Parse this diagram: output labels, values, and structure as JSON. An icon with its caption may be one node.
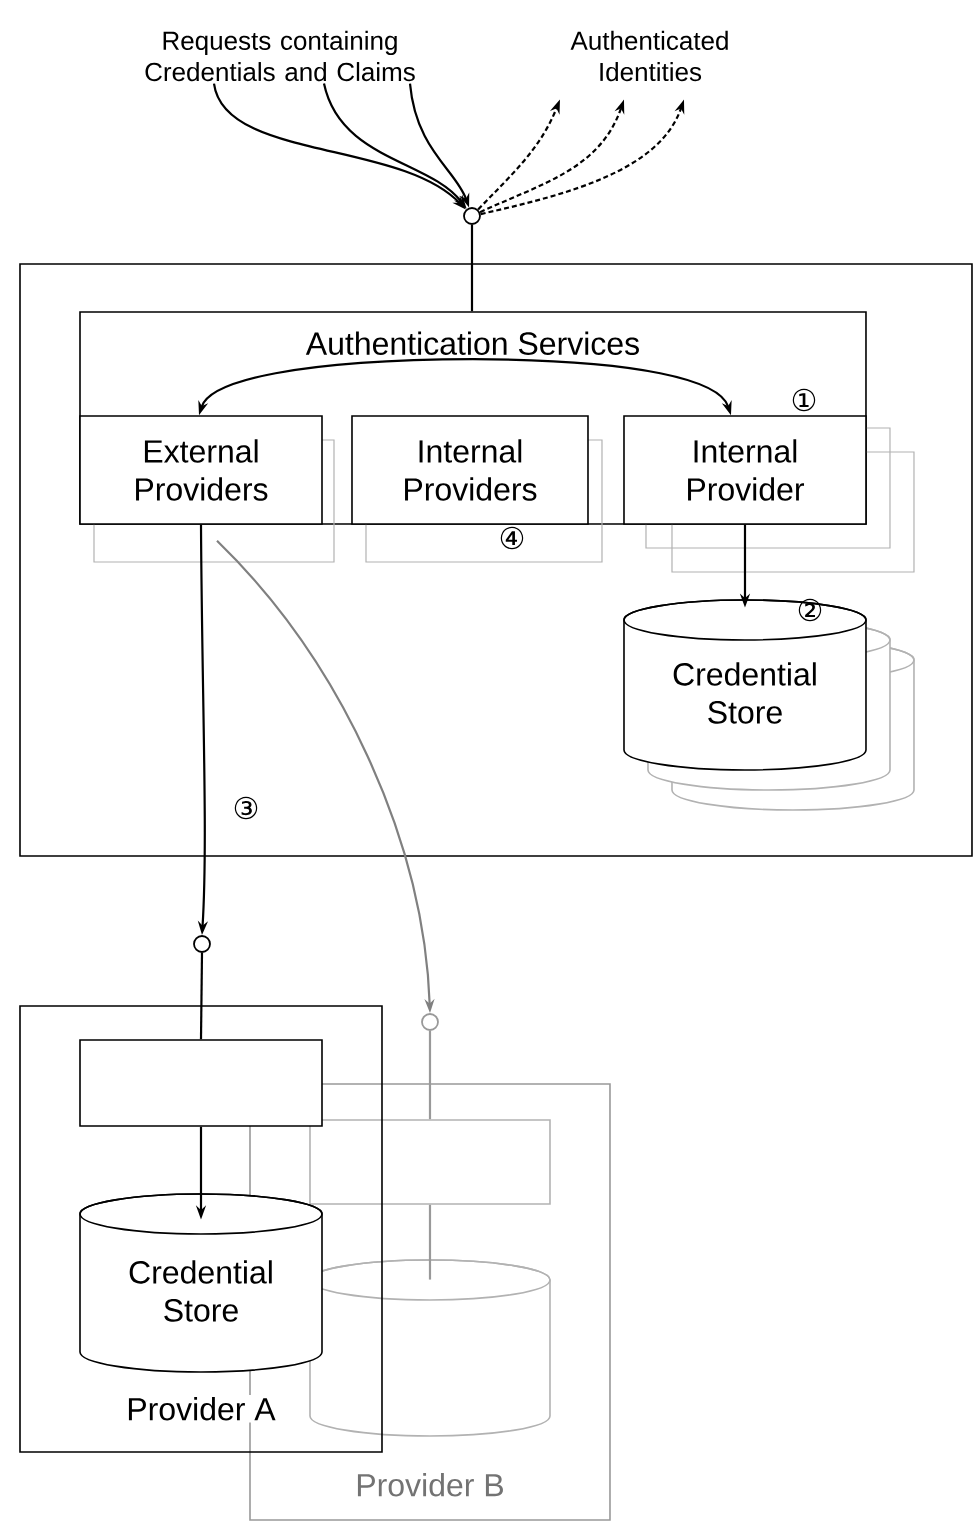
{
  "diagram": {
    "nodes": [
      {
        "text": [
          "Requests containing Credentials and Claims"
        ]
      },
      {
        "text": [
          "Authenticated Identities"
        ]
      },
      {
        "text": [],
        "shape": "circle"
      },
      {
        "text": [],
        "shape": "box"
      },
      {
        "text": [
          "Authentication Services"
        ],
        "in": 3
      },
      {
        "text": [
          "External Providers"
        ],
        "in": 4
      },
      {
        "text": [
          "Internal Providers"
        ],
        "in": 4,
        "beside": [
          "④"
        ]
      },
      {
        "text": [
          "Internal Provider"
        ],
        "in": 4
      },
      {
        "text": [
          "Credential Store"
        ],
        "in": 3
      },
      {
        "text": [],
        "shape": "circle"
      },
      {
        "text": [
          "Provider A"
        ]
      },
      {
        "text": [],
        "shape": "box",
        "in": 10
      },
      {
        "text": [
          "Credential Store"
        ],
        "in": 10
      },
      {
        "text": [],
        "shape": "circle"
      },
      {
        "text": [
          "Provider B"
        ]
      },
      {
        "text": [],
        "shape": "box",
        "in": 14
      },
      {
        "text": [],
        "shape": "cylinder",
        "in": 14
      }
    ],
    "edges": [
      {
        "from": 0,
        "to": 2,
        "arrow": "to"
      },
      {
        "from": 0,
        "to": 2,
        "arrow": "to"
      },
      {
        "from": 0,
        "to": 2,
        "arrow": "to"
      },
      {
        "from": 2,
        "to": 1,
        "arrow": "to",
        "style": "dashed"
      },
      {
        "from": 2,
        "to": 1,
        "arrow": "to",
        "style": "dashed"
      },
      {
        "from": 2,
        "to": 1,
        "arrow": "to",
        "style": "dashed"
      },
      {
        "from": 2,
        "to": 4,
        "arrow": "none"
      },
      {
        "from": 4,
        "to": 5,
        "arrow": "to"
      },
      {
        "from": 4,
        "to": 7,
        "arrow": "to"
      },
      {
        "from": 7,
        "to": 8,
        "arrow": "to"
      },
      {
        "from": 5,
        "to": 9,
        "arrow": "to"
      },
      {
        "from": 5,
        "to": 13,
        "arrow": "to",
        "color": "#808080"
      },
      {
        "from": 9,
        "to": 11,
        "arrow": "none"
      },
      {
        "from": 11,
        "to": 12,
        "arrow": "to"
      },
      {
        "from": 13,
        "to": 15,
        "arrow": "none",
        "color": "#999999"
      },
      {
        "from": 15,
        "to": 16,
        "arrow": "none",
        "color": "#999999"
      }
    ],
    "labels": [
      "①",
      "②",
      "③"
    ]
  }
}
